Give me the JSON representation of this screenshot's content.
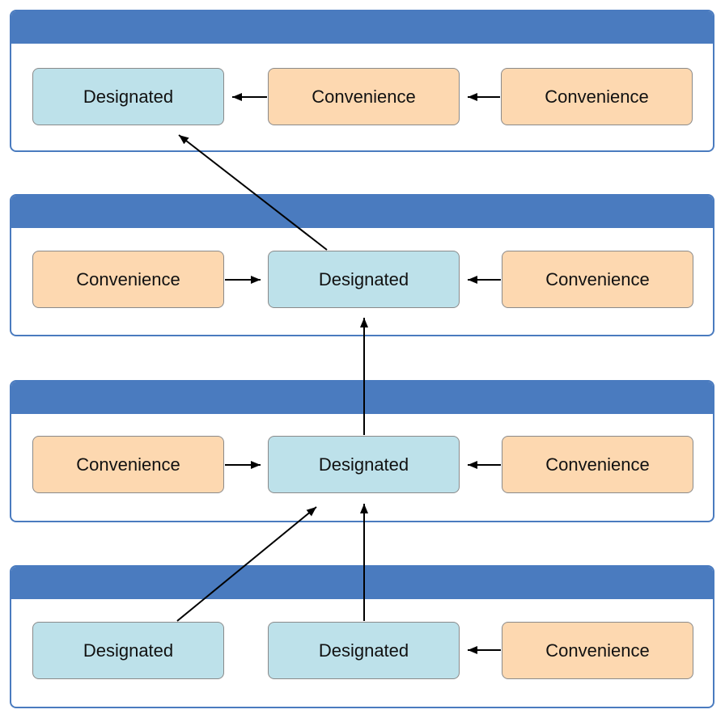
{
  "colors": {
    "header": "#4a7bbf",
    "designated_fill": "#bde1ea",
    "convenience_fill": "#fdd8b0",
    "arrow": "#000000"
  },
  "rows": [
    {
      "nodes": [
        "Designated",
        "Convenience",
        "Convenience"
      ]
    },
    {
      "nodes": [
        "Convenience",
        "Designated",
        "Convenience"
      ]
    },
    {
      "nodes": [
        "Convenience",
        "Designated",
        "Convenience"
      ]
    },
    {
      "nodes": [
        "Designated",
        "Designated",
        "Convenience"
      ]
    }
  ]
}
